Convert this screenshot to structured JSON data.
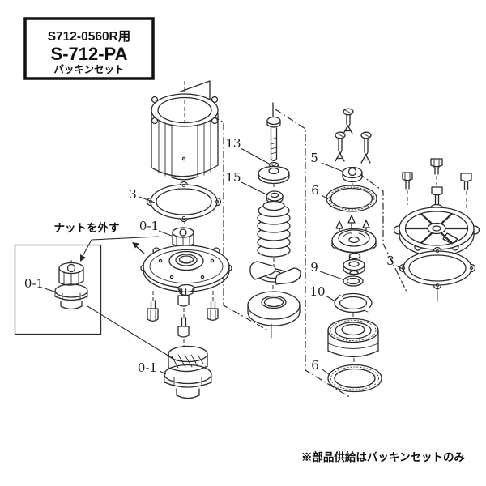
{
  "title_box": {
    "line1": "S712-0560R用",
    "line2": "S-712-PA",
    "line3": "パッキンセット"
  },
  "annotations": {
    "remove_nut": "ナットを外す",
    "supply_note": "※部品供給はパッキンセットのみ"
  },
  "callouts": {
    "cylinder_gasket": "3",
    "rod_washer": "13",
    "spring_washer": "15",
    "seal_grommet": "5",
    "oring_upper": "6",
    "valve_seal_ring": "9",
    "retainer_ring": "10",
    "oring_lower": "6",
    "head_gasket": "3",
    "nut_upper": "0-1",
    "nut_inset": "0-1",
    "valve_assembly": "0-1"
  },
  "colors": {
    "ink": "#2b2b2b",
    "background": "#ffffff"
  }
}
